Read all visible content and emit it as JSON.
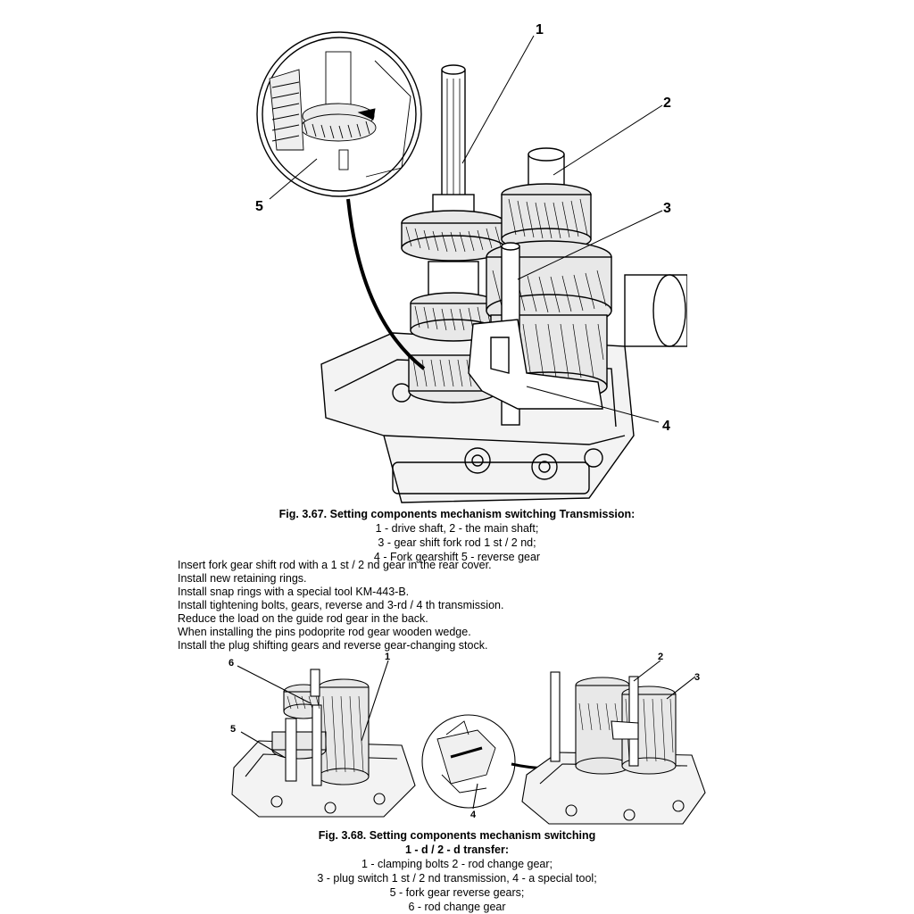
{
  "figure1": {
    "callouts": [
      "1",
      "2",
      "3",
      "4",
      "5"
    ],
    "caption_title": "Fig.  3.67. Setting  components  mechanism  switching  Transmission:",
    "caption_lines": [
      "1 - drive shaft, 2 - the main shaft;",
      "3 - gear shift fork rod 1 st / 2 nd;",
      "4 - Fork gearshift 5 - reverse gear"
    ]
  },
  "instructions": [
    "Insert fork gear shift rod with a 1 st / 2 nd gear in the rear cover.",
    "Install new retaining rings.",
    "Install snap rings with a special tool KM-443-B.",
    "Install tightening bolts, gears, reverse and 3-rd / 4 th transmission.",
    "Reduce the load on the guide rod gear in the back.",
    "When installing the pins podoprite rod gear wooden wedge.",
    "Install the plug shifting gears and reverse gear-changing stock."
  ],
  "figure2": {
    "callouts": [
      "6",
      "1",
      "5",
      "2",
      "3",
      "4"
    ],
    "caption_title_1": "Fig.  3.68. Setting  components  mechanism  switching",
    "caption_title_2": "1 - d / 2 - d  transfer:",
    "caption_lines": [
      "1 - clamping bolts 2 - rod change gear;",
      "3 - plug switch 1 st / 2 nd transmission, 4 - a special tool;",
      "5 - fork gear reverse gears;",
      "6 - rod change gear"
    ]
  }
}
